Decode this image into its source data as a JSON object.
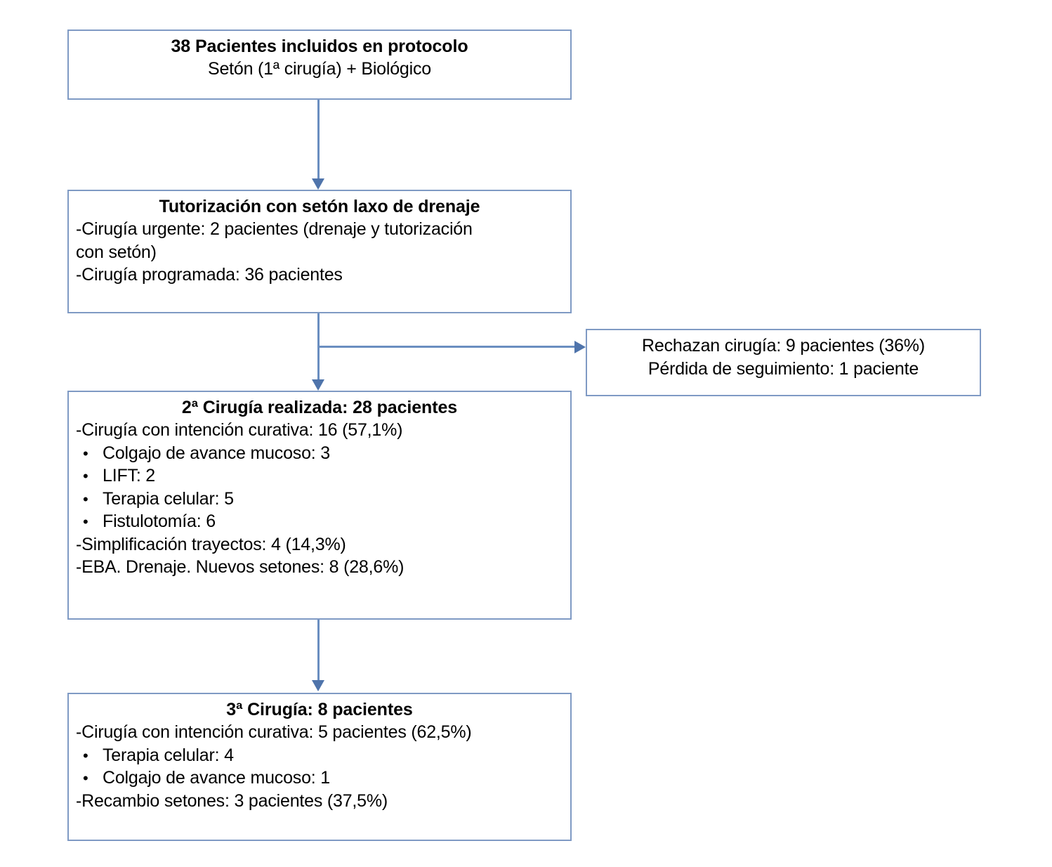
{
  "diagram": {
    "nodes": [
      {
        "id": "protocolo",
        "title": "38 Pacientes incluidos en protocolo",
        "lines": [
          "Setón (1ª cirugía) + Biológico"
        ]
      },
      {
        "id": "tutorizacion",
        "title": "Tutorización con setón laxo de drenaje",
        "lines": [
          "-Cirugía urgente: 2 pacientes (drenaje y tutorización",
          "con setón)",
          "-Cirugía programada: 36 pacientes"
        ]
      },
      {
        "id": "rechazo",
        "lines": [
          "Rechazan cirugía: 9 pacientes (36%)",
          "Pérdida de seguimiento: 1 paciente"
        ]
      },
      {
        "id": "cirugia2",
        "title": "2ª Cirugía realizada: 28 pacientes",
        "lines": [
          "-Cirugía con intención curativa: 16 (57,1%)"
        ],
        "bullets": [
          "Colgajo de avance mucoso: 3",
          "LIFT: 2",
          "Terapia celular: 5",
          "Fistulotomía: 6"
        ],
        "lines_after": [
          "-Simplificación trayectos: 4 (14,3%)",
          "-EBA. Drenaje. Nuevos setones: 8 (28,6%)"
        ]
      },
      {
        "id": "cirugia3",
        "title": "3ª Cirugía: 8 pacientes",
        "lines": [
          "-Cirugía con intención curativa: 5 pacientes (62,5%)"
        ],
        "bullets": [
          "Terapia celular: 4",
          "Colgajo de avance mucoso: 1"
        ],
        "lines_after": [
          "-Recambio setones: 3 pacientes (37,5%)"
        ]
      }
    ],
    "bullet_glyph": "•",
    "colors": {
      "box_border": "#7f9ac4",
      "connector": "#6a8ec0",
      "arrowhead": "#4f74ab",
      "text": "#000000",
      "background": "#ffffff"
    }
  }
}
